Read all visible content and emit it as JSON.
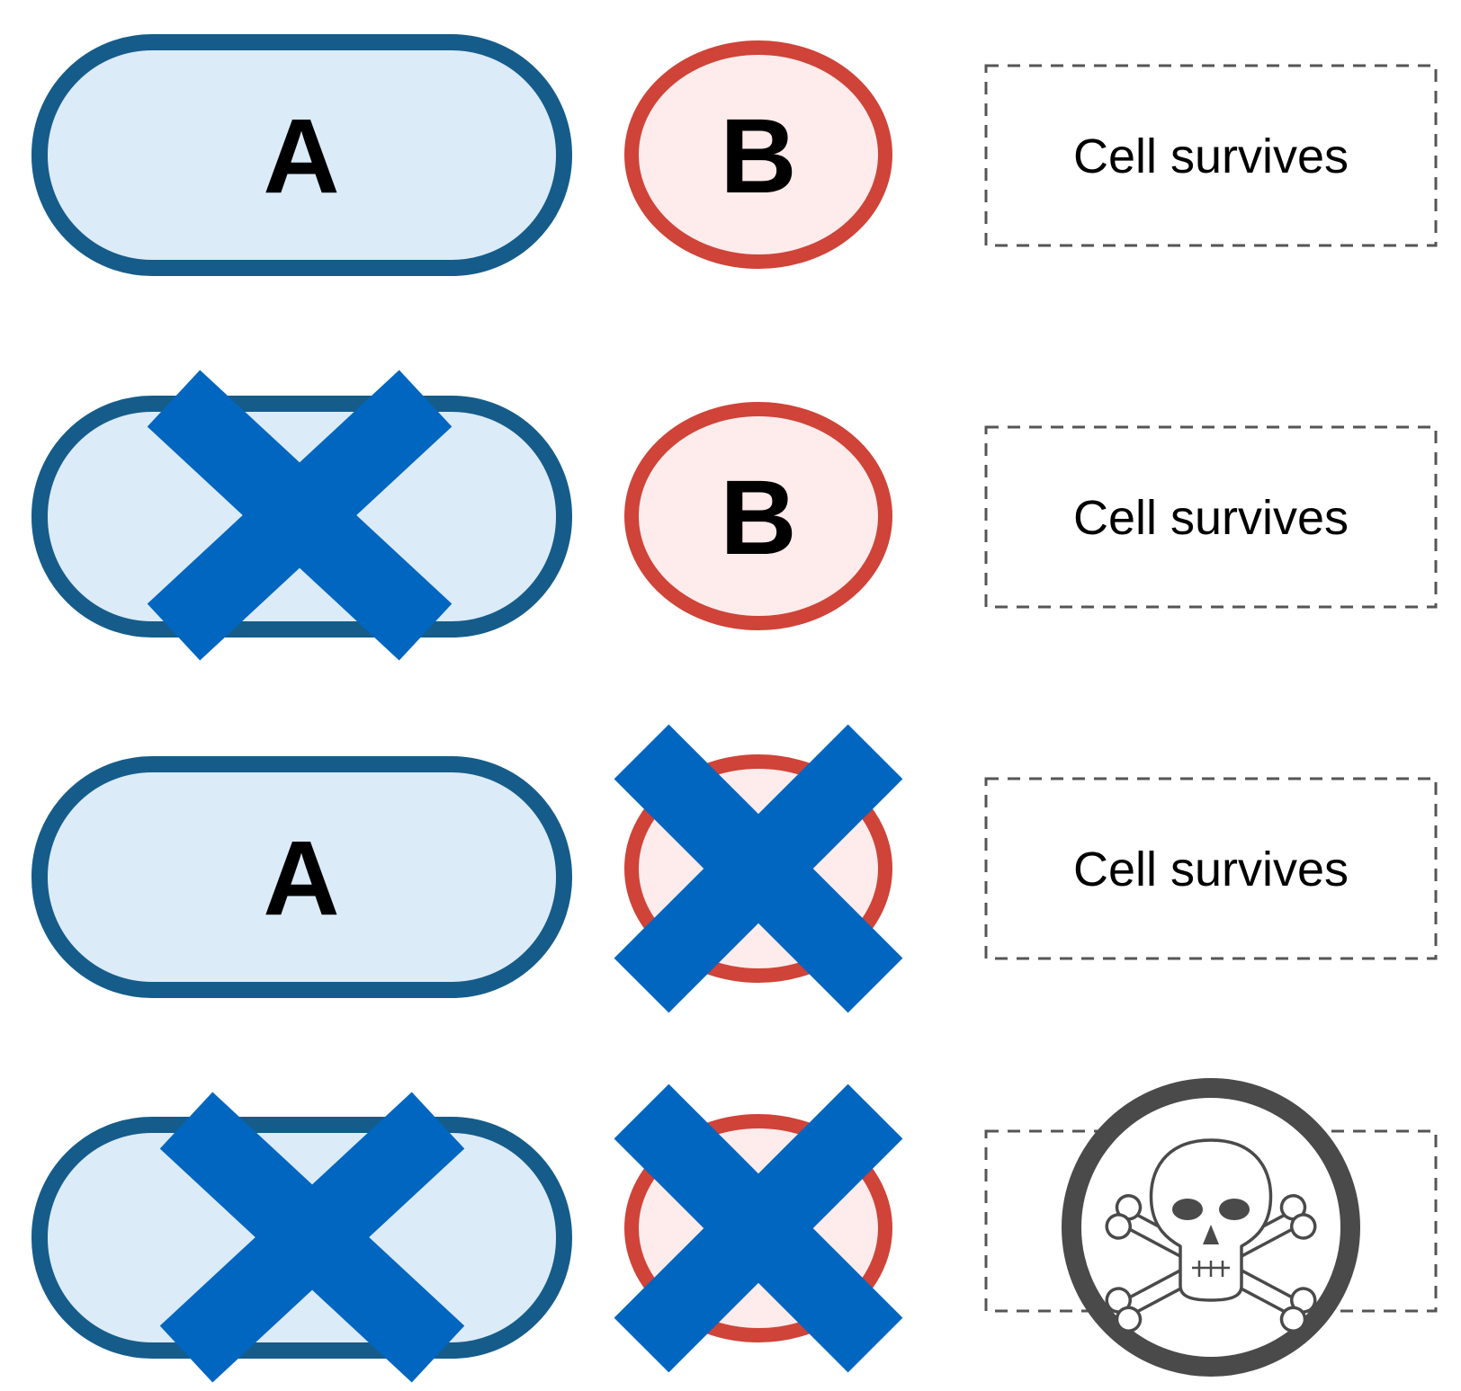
{
  "colors": {
    "gene_a_stroke": "#155c8a",
    "gene_a_fill": "#dcebf8",
    "gene_b_stroke": "#cf4338",
    "gene_b_fill": "#fdeceb",
    "knockout_cross": "#0066c0",
    "outcome_border": "#555555",
    "death_icon": "#4a4a4a"
  },
  "gene_a": {
    "label": "A"
  },
  "gene_b": {
    "label": "B"
  },
  "rows": [
    {
      "a_knocked_out": false,
      "b_knocked_out": false,
      "outcome": "Cell survives",
      "cell_dies": false
    },
    {
      "a_knocked_out": true,
      "b_knocked_out": false,
      "outcome": "Cell survives",
      "cell_dies": false
    },
    {
      "a_knocked_out": false,
      "b_knocked_out": true,
      "outcome": "Cell survives",
      "cell_dies": false
    },
    {
      "a_knocked_out": true,
      "b_knocked_out": true,
      "outcome": "",
      "cell_dies": true,
      "outcome_icon": "skull-crossbones-icon"
    }
  ]
}
